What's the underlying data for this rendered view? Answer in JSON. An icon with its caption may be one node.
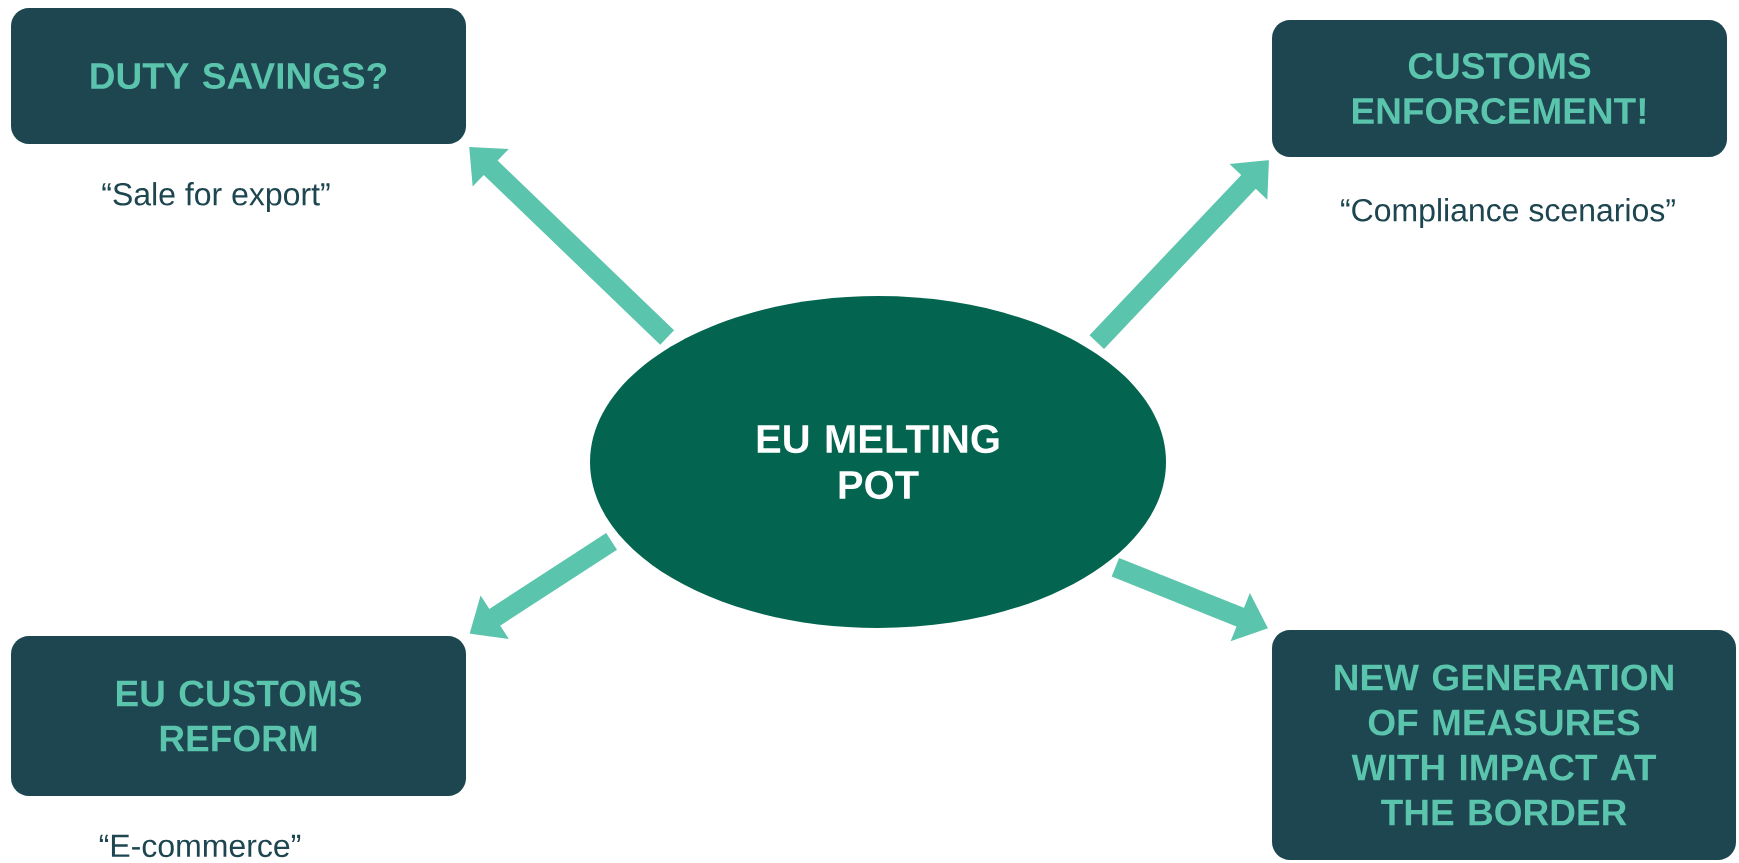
{
  "diagram": {
    "nodes": [
      {
        "text": [
          "DUTY SAVINGS?"
        ],
        "beside": [
          "“Sale for export”"
        ]
      },
      {
        "text": [
          "CUSTOMS ENFORCEMENT!"
        ],
        "beside": [
          "“Compliance scenarios”"
        ]
      },
      {
        "text": [
          "EU MELTING POT"
        ]
      },
      {
        "text": [
          "EU CUSTOMS REFORM"
        ],
        "beside": [
          "“E-commerce”"
        ]
      },
      {
        "text": [
          "NEW GENERATION OF MEASURES WITH IMPACT AT THE BORDER"
        ]
      }
    ],
    "edges": [
      {
        "from": 2,
        "to": 0,
        "arrow": "to"
      },
      {
        "from": 2,
        "to": 1,
        "arrow": "to"
      },
      {
        "from": 2,
        "to": 3,
        "arrow": "to"
      },
      {
        "from": 2,
        "to": 4,
        "arrow": "to"
      }
    ]
  }
}
